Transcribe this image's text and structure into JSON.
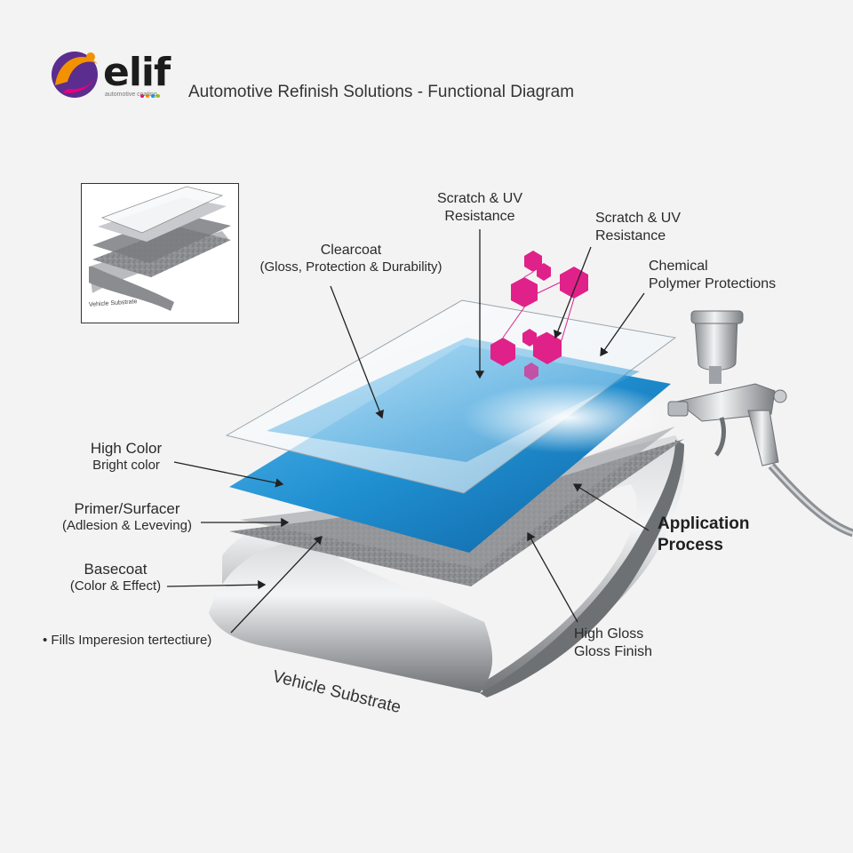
{
  "header": {
    "brand": "elif",
    "tagline": "automotive coating",
    "title": "Automotive Refinish Solutions - Functional Diagram"
  },
  "inset": {
    "caption": "Vehicle Substrate"
  },
  "labels": {
    "scratch_uv_1": [
      "Scratch & UV",
      "Resistance"
    ],
    "scratch_uv_2": [
      "Scratch & UV",
      "Resistance"
    ],
    "clearcoat": [
      "Clearcoat",
      "(Gloss, Protection & Durability)"
    ],
    "chemical": [
      "Chemical",
      "Polymer Protections"
    ],
    "high_color": [
      "High Color",
      "Bright color"
    ],
    "primer": [
      "Primer/Surfacer",
      "(Adlesion & Leveving)"
    ],
    "basecoat": [
      "Basecoat",
      "(Color & Effect)"
    ],
    "fills": "• Fills Imperesion tertectiure)",
    "application": [
      "Application",
      "Process"
    ],
    "high_gloss": [
      "High Gloss",
      "Gloss Finish"
    ],
    "substrate": "Vehicle Substrate"
  },
  "colors": {
    "accent_magenta": "#e0218a",
    "basecoat_blue": "#1f8fd0",
    "brand_orange": "#f39200",
    "brand_purple": "#5b2d8e"
  },
  "icons": [
    "logo-swirl-icon",
    "spray-gun-icon",
    "molecule-hexagon-icon"
  ]
}
